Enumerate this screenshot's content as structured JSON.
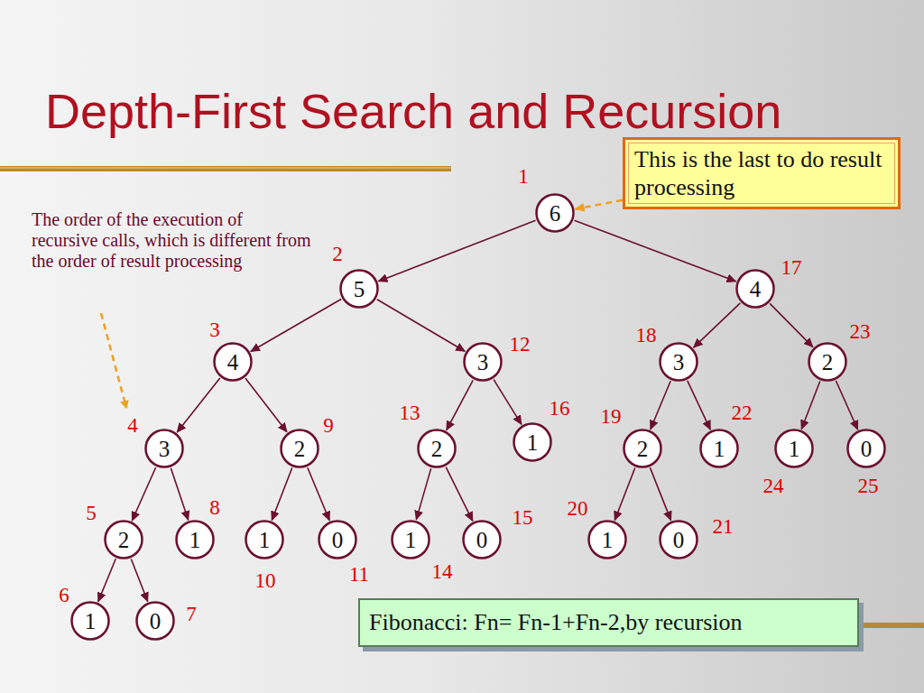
{
  "diagram": {
    "title": "Depth-First Search and Recursion",
    "nodes": [
      {
        "text": [
          "6"
        ]
      },
      {
        "text": [
          "5"
        ]
      },
      {
        "text": [
          "4"
        ]
      },
      {
        "text": [
          "3"
        ]
      },
      {
        "text": [
          "2"
        ]
      },
      {
        "text": [
          "1"
        ]
      },
      {
        "text": [
          "0"
        ]
      },
      {
        "text": [
          "1"
        ]
      },
      {
        "text": [
          "2"
        ]
      },
      {
        "text": [
          "1"
        ]
      },
      {
        "text": [
          "0"
        ]
      },
      {
        "text": [
          "3"
        ]
      },
      {
        "text": [
          "2"
        ]
      },
      {
        "text": [
          "1"
        ]
      },
      {
        "text": [
          "0"
        ]
      },
      {
        "text": [
          "1"
        ]
      },
      {
        "text": [
          "4"
        ]
      },
      {
        "text": [
          "3"
        ]
      },
      {
        "text": [
          "2"
        ]
      },
      {
        "text": [
          "1"
        ]
      },
      {
        "text": [
          "0"
        ]
      },
      {
        "text": [
          "1"
        ]
      },
      {
        "text": [
          "2"
        ]
      },
      {
        "text": [
          "1"
        ]
      },
      {
        "text": [
          "0"
        ]
      },
      {
        "text": [
          "This is the last to do result processing"
        ]
      },
      {
        "text": [
          "Fibonacci: Fn= Fn-1+Fn-2,by recursion"
        ]
      }
    ],
    "edges": [
      {
        "from": 0,
        "to": 1,
        "arrow": "to"
      },
      {
        "from": 1,
        "to": 2,
        "arrow": "to"
      },
      {
        "from": 2,
        "to": 3,
        "arrow": "to"
      },
      {
        "from": 3,
        "to": 4,
        "arrow": "to"
      },
      {
        "from": 4,
        "to": 5,
        "arrow": "to"
      },
      {
        "from": 4,
        "to": 6,
        "arrow": "to"
      },
      {
        "from": 3,
        "to": 7,
        "arrow": "to"
      },
      {
        "from": 2,
        "to": 8,
        "arrow": "to"
      },
      {
        "from": 8,
        "to": 9,
        "arrow": "to"
      },
      {
        "from": 8,
        "to": 10,
        "arrow": "to"
      },
      {
        "from": 1,
        "to": 11,
        "arrow": "to"
      },
      {
        "from": 11,
        "to": 12,
        "arrow": "to"
      },
      {
        "from": 12,
        "to": 13,
        "arrow": "to"
      },
      {
        "from": 12,
        "to": 14,
        "arrow": "to"
      },
      {
        "from": 11,
        "to": 15,
        "arrow": "to"
      },
      {
        "from": 0,
        "to": 16,
        "arrow": "to"
      },
      {
        "from": 16,
        "to": 17,
        "arrow": "to"
      },
      {
        "from": 17,
        "to": 18,
        "arrow": "to"
      },
      {
        "from": 18,
        "to": 19,
        "arrow": "to"
      },
      {
        "from": 18,
        "to": 20,
        "arrow": "to"
      },
      {
        "from": 17,
        "to": 21,
        "arrow": "to"
      },
      {
        "from": 16,
        "to": 22,
        "arrow": "to"
      },
      {
        "from": 22,
        "to": 23,
        "arrow": "to"
      },
      {
        "from": 22,
        "to": 24,
        "arrow": "to"
      },
      {
        "from": 25,
        "to": 0,
        "arrow": "to"
      }
    ],
    "labels": [
      "1",
      "2",
      "3",
      "4",
      "5",
      "6",
      "7",
      "8",
      "9",
      "10",
      "11",
      "12",
      "13",
      "14",
      "15",
      "16",
      "17",
      "18",
      "19",
      "20",
      "21",
      "22",
      "23",
      "24",
      "25",
      "The order of the execution of recursive calls, which is different from the order of result processing"
    ]
  }
}
